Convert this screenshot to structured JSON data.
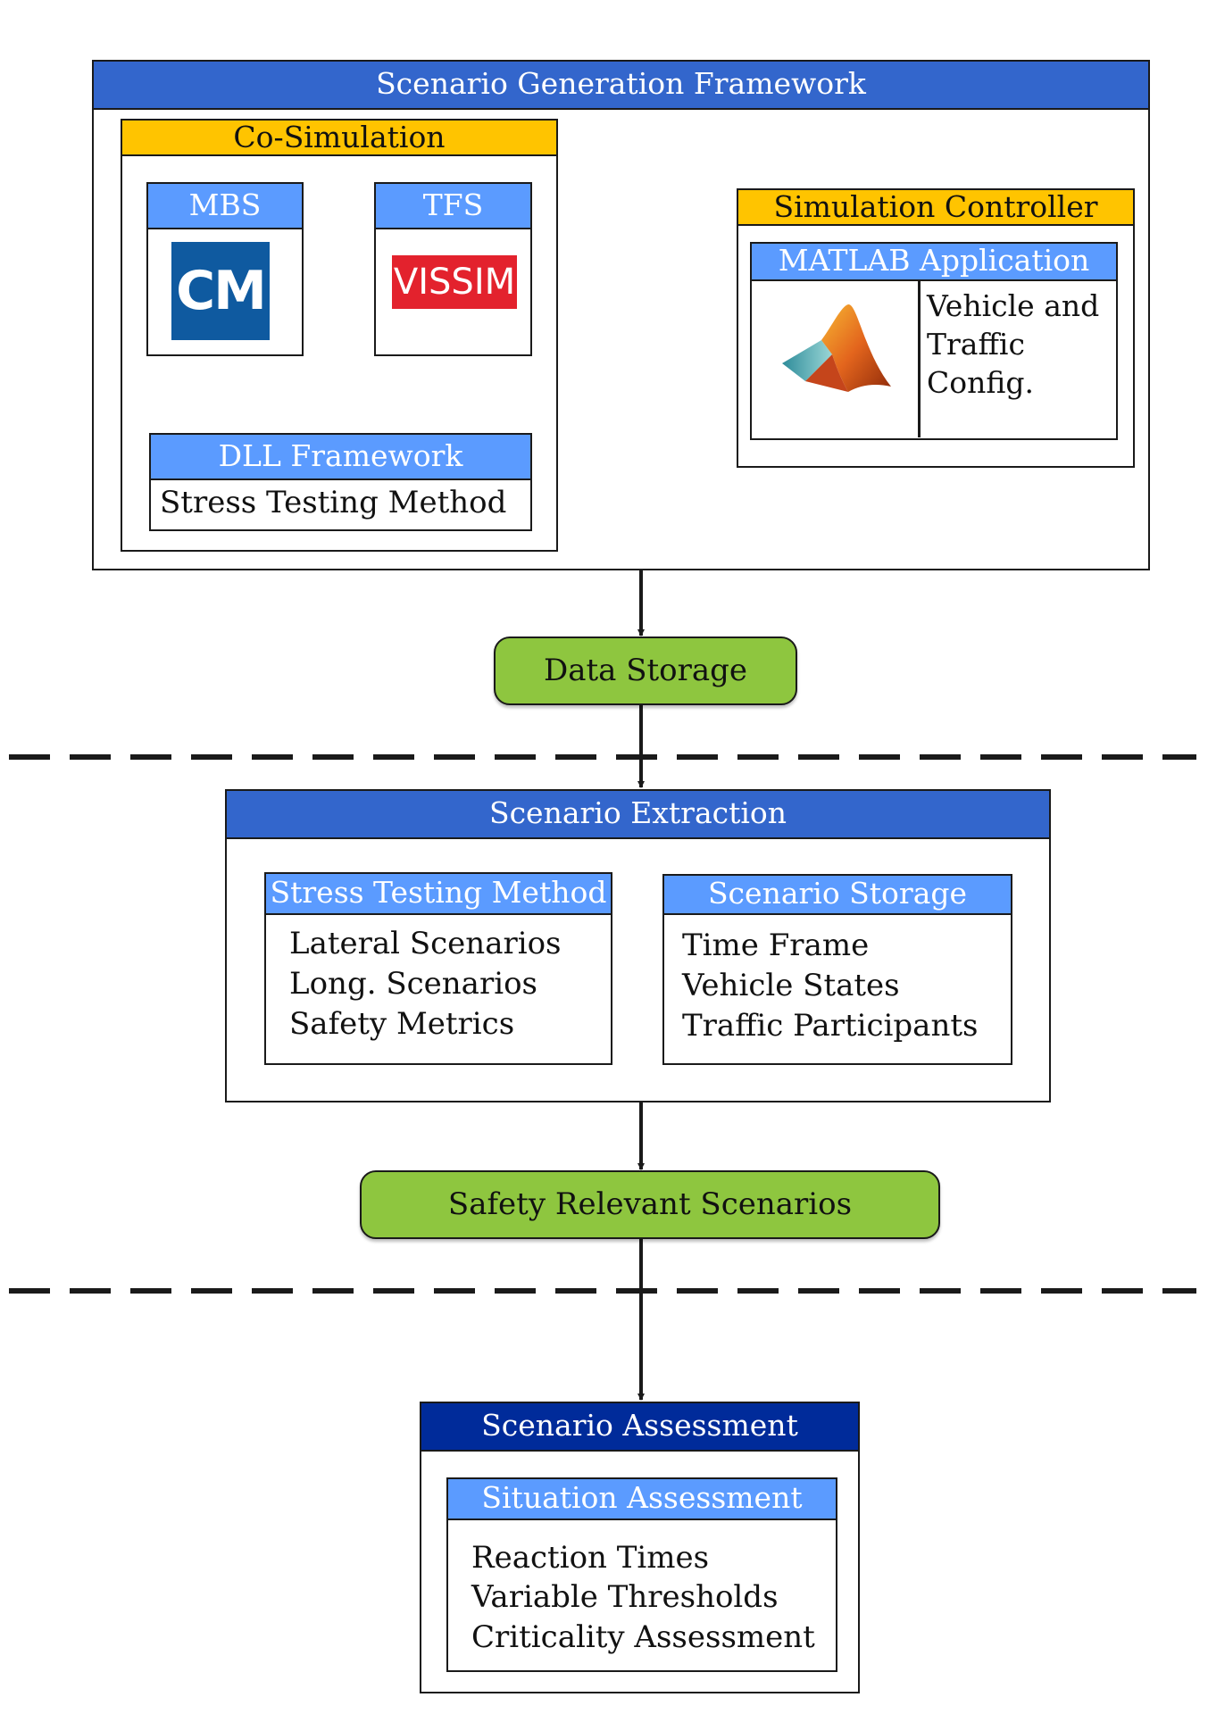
{
  "scenario_generation": {
    "title": "Scenario Generation Framework",
    "co_simulation": {
      "title": "Co-Simulation",
      "mbs": {
        "title": "MBS",
        "logo_text": "CM",
        "logo_color": "#0f5aa0"
      },
      "tfs": {
        "title": "TFS",
        "logo_text": "VISSIM",
        "logo_color": "#e3222d"
      },
      "dll": {
        "title": "DLL Framework",
        "body": "Stress Testing Method"
      }
    },
    "simulation_controller": {
      "title": "Simulation Controller",
      "matlab": {
        "title": "MATLAB Application",
        "icon": "matlab-logo-icon",
        "config_lines": [
          "Vehicle and",
          "Traffic",
          "Config."
        ]
      }
    }
  },
  "data_storage": {
    "label": "Data Storage"
  },
  "scenario_extraction": {
    "title": "Scenario Extraction",
    "stress_testing": {
      "title": "Stress Testing Method",
      "items": [
        "Lateral Scenarios",
        "Long. Scenarios",
        "Safety Metrics"
      ]
    },
    "scenario_storage": {
      "title": "Scenario Storage",
      "items": [
        "Time Frame",
        "Vehicle States",
        "Traffic Participants"
      ]
    }
  },
  "safety_relevant": {
    "label": "Safety Relevant Scenarios"
  },
  "scenario_assessment": {
    "title": "Scenario Assessment",
    "situation": {
      "title": "Situation Assessment",
      "items": [
        "Reaction Times",
        "Variable Thresholds",
        "Criticality Assessment"
      ]
    }
  },
  "colors": {
    "header_blue": "#3366cc",
    "header_navy": "#002b9a",
    "header_light_blue": "#5b9bff",
    "header_yellow": "#ffc400",
    "pill_green": "#8ec63f"
  }
}
